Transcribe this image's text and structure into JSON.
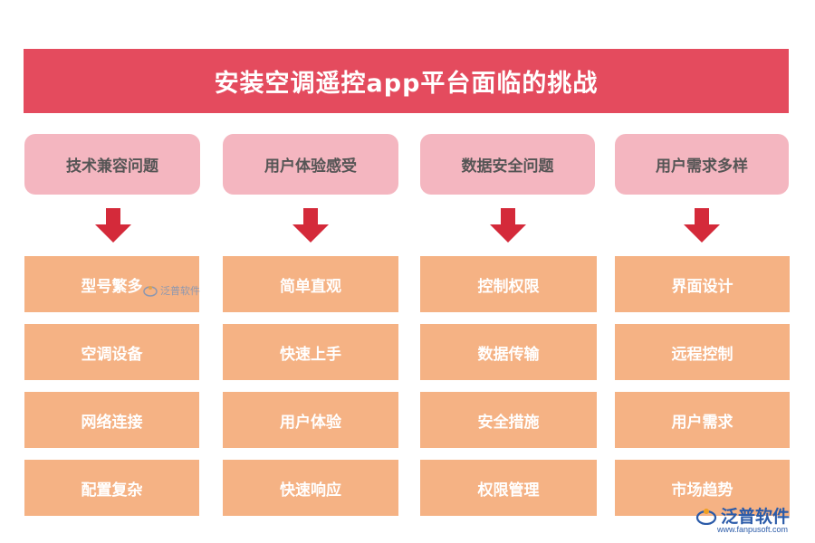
{
  "title": "安装空调遥控app平台面临的挑战",
  "columns": [
    {
      "header": "技术兼容问题",
      "items": [
        "型号繁多",
        "空调设备",
        "网络连接",
        "配置复杂"
      ]
    },
    {
      "header": "用户体验感受",
      "items": [
        "简单直观",
        "快速上手",
        "用户体验",
        "快速响应"
      ]
    },
    {
      "header": "数据安全问题",
      "items": [
        "控制权限",
        "数据传输",
        "安全措施",
        "权限管理"
      ]
    },
    {
      "header": "用户需求多样",
      "items": [
        "界面设计",
        "远程控制",
        "用户需求",
        "市场趋势"
      ]
    }
  ],
  "watermark": {
    "brand": "泛普软件",
    "url": "www.fanpusoft.com"
  },
  "colors": {
    "banner": "#e44b5e",
    "header": "#f4b6c0",
    "arrow": "#d42a3a",
    "item": "#f5b284"
  },
  "icons": [
    "arrow-down-icon",
    "fanpu-logo-icon"
  ]
}
